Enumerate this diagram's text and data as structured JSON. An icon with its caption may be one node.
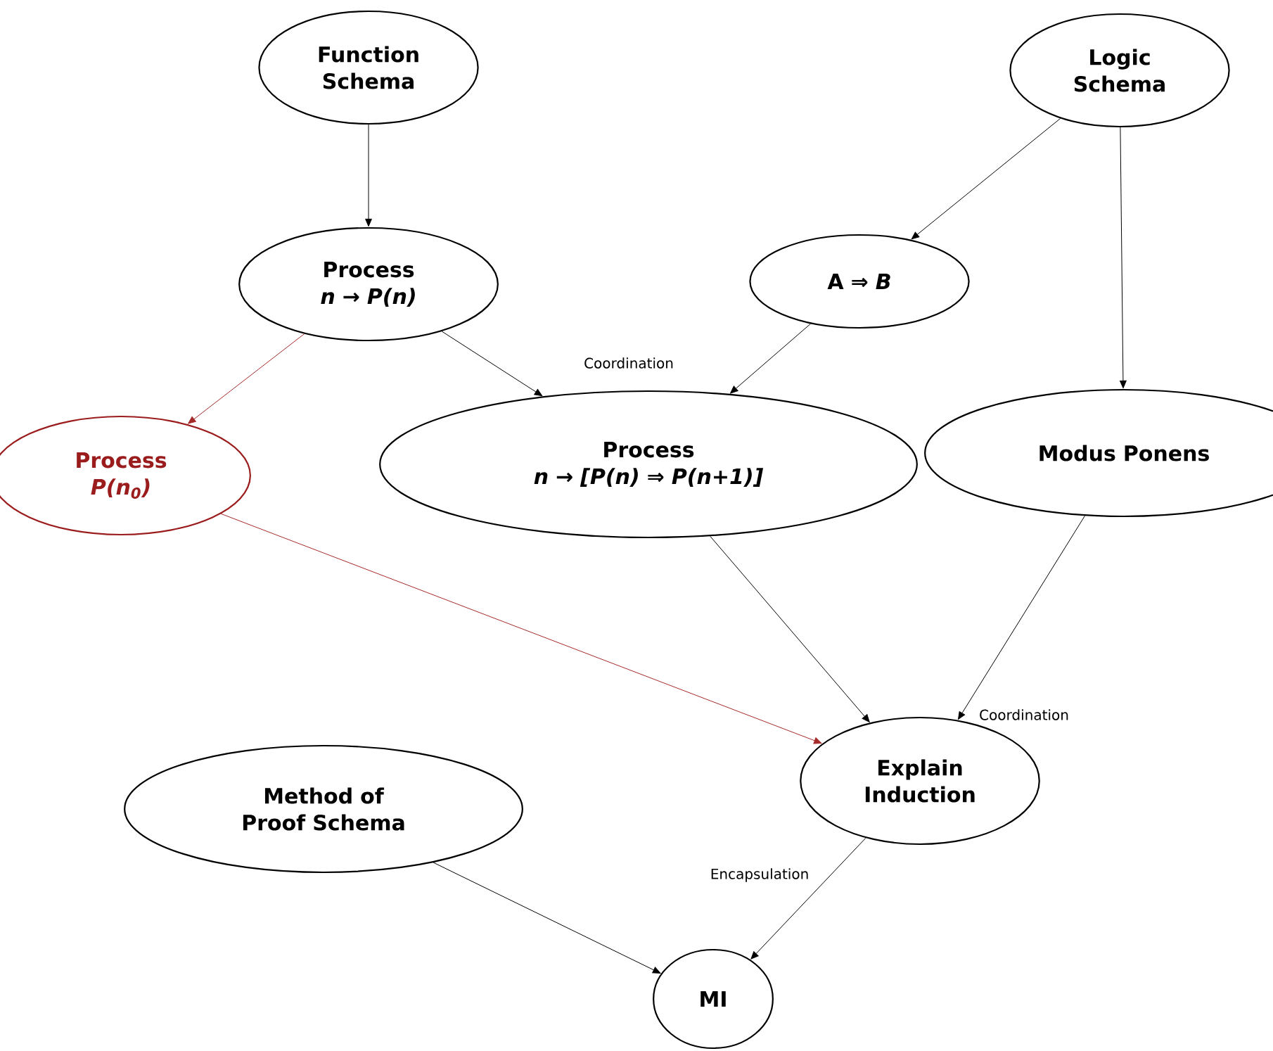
{
  "diagram": {
    "nodes": [
      {
        "text": [
          "Function Schema"
        ]
      },
      {
        "text": [
          "Logic Schema"
        ]
      },
      {
        "text": [
          "Process",
          "n → P(n)"
        ]
      },
      {
        "text": [
          "A ⇒ *B*"
        ]
      },
      {
        "text": [
          "Process",
          "P(n$_{0}$)"
        ]
      },
      {
        "text": [
          "Process",
          "n → [P(n) ⇒ P(n+1)]"
        ]
      },
      {
        "text": [
          "Modus Ponens"
        ]
      },
      {
        "text": [
          "Method of Proof Schema"
        ]
      },
      {
        "text": [
          "Explain Induction"
        ]
      },
      {
        "text": [
          "MI"
        ]
      }
    ],
    "edges": [
      {
        "from": 0,
        "to": 2,
        "arrow": "to"
      },
      {
        "from": 1,
        "to": 3,
        "arrow": "to"
      },
      {
        "from": 1,
        "to": 6,
        "arrow": "to"
      },
      {
        "from": 2,
        "to": 4,
        "arrow": "to",
        "color": "#a52a2a"
      },
      {
        "from": 2,
        "to": 5,
        "arrow": "to",
        "label": "Coordination"
      },
      {
        "from": 3,
        "to": 5,
        "arrow": "to"
      },
      {
        "from": 4,
        "to": 8,
        "arrow": "to",
        "color": "#a52a2a"
      },
      {
        "from": 5,
        "to": 8,
        "arrow": "to"
      },
      {
        "from": 6,
        "to": 8,
        "arrow": "to",
        "label": "Coordination"
      },
      {
        "from": 8,
        "to": 9,
        "arrow": "to",
        "label": "Encapsulation"
      },
      {
        "from": 7,
        "to": 9,
        "arrow": "to"
      }
    ]
  }
}
